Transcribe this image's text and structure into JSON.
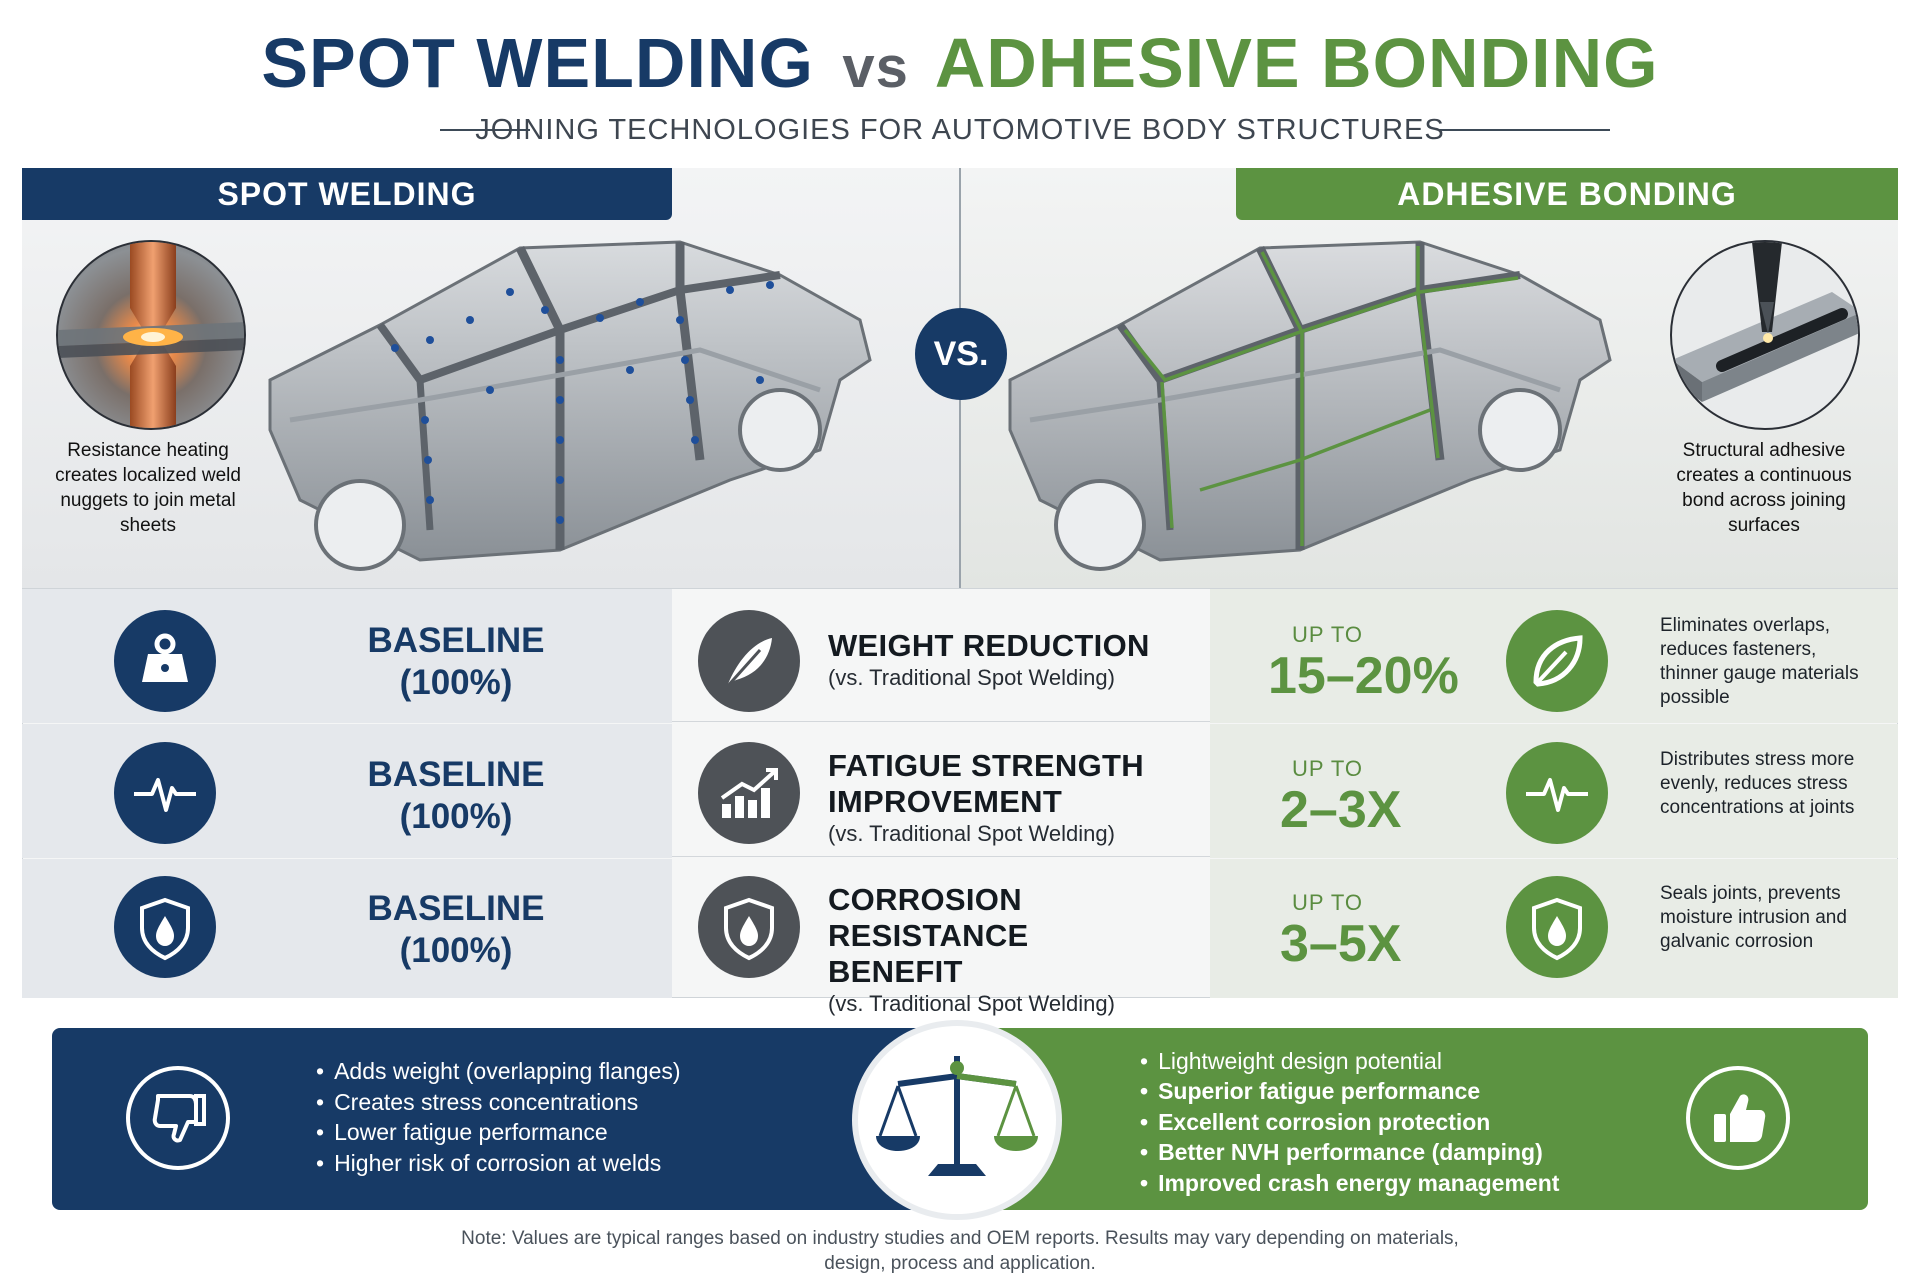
{
  "header": {
    "title_left": "SPOT WELDING",
    "title_vs": "vs",
    "title_right": "ADHESIVE BONDING",
    "subtitle": "JOINING TECHNOLOGIES FOR AUTOMOTIVE BODY STRUCTURES"
  },
  "colors": {
    "navy": "#173a66",
    "green": "#5c9341",
    "gray": "#4e5257"
  },
  "spot_panel": {
    "banner": "SPOT WELDING",
    "caption": "Resistance heating creates localized weld nuggets to join metal sheets"
  },
  "vs_badge": "VS.",
  "adhesive_panel": {
    "banner": "ADHESIVE BONDING",
    "caption": "Structural adhesive creates a continuous bond across joining surfaces"
  },
  "rows": [
    {
      "left_icon": "weight-icon",
      "baseline": "BASELINE",
      "baseline_pct": "(100%)",
      "metric_icon": "feather-icon",
      "metric_title_1": "WEIGHT REDUCTION",
      "metric_title_2": "",
      "metric_sub": "(vs. Traditional Spot Welding)",
      "up_to": "UP TO",
      "value": "15–20%",
      "right_icon": "leaf-icon",
      "note": "Eliminates overlaps, reduces fasteners, thinner gauge materials possible"
    },
    {
      "left_icon": "pulse-icon",
      "baseline": "BASELINE",
      "baseline_pct": "(100%)",
      "metric_icon": "growth-chart-icon",
      "metric_title_1": "FATIGUE STRENGTH",
      "metric_title_2": "IMPROVEMENT",
      "metric_sub": "(vs. Traditional Spot Welding)",
      "up_to": "UP TO",
      "value": "2–3X",
      "right_icon": "pulse-icon",
      "note": "Distributes stress more evenly, reduces stress concentrations at joints"
    },
    {
      "left_icon": "shield-drop-icon",
      "baseline": "BASELINE",
      "baseline_pct": "(100%)",
      "metric_icon": "shield-drop-icon",
      "metric_title_1": "CORROSION RESISTANCE",
      "metric_title_2": "BENEFIT",
      "metric_sub": "(vs. Traditional Spot Welding)",
      "up_to": "UP TO",
      "value": "3–5X",
      "right_icon": "shield-drop-icon",
      "note": "Seals joints, prevents moisture intrusion and galvanic corrosion"
    }
  ],
  "summary": {
    "cons": [
      "Adds weight (overlapping flanges)",
      "Creates stress concentrations",
      "Lower fatigue performance",
      "Higher risk of corrosion at welds"
    ],
    "pros": [
      "Lightweight design potential",
      "Superior fatigue performance",
      "Excellent corrosion protection",
      "Better NVH performance (damping)",
      "Improved crash energy management"
    ]
  },
  "footnote_line1": "Note: Values are typical ranges based on industry studies and OEM reports. Results may vary depending on materials,",
  "footnote_line2": "design, process and application."
}
